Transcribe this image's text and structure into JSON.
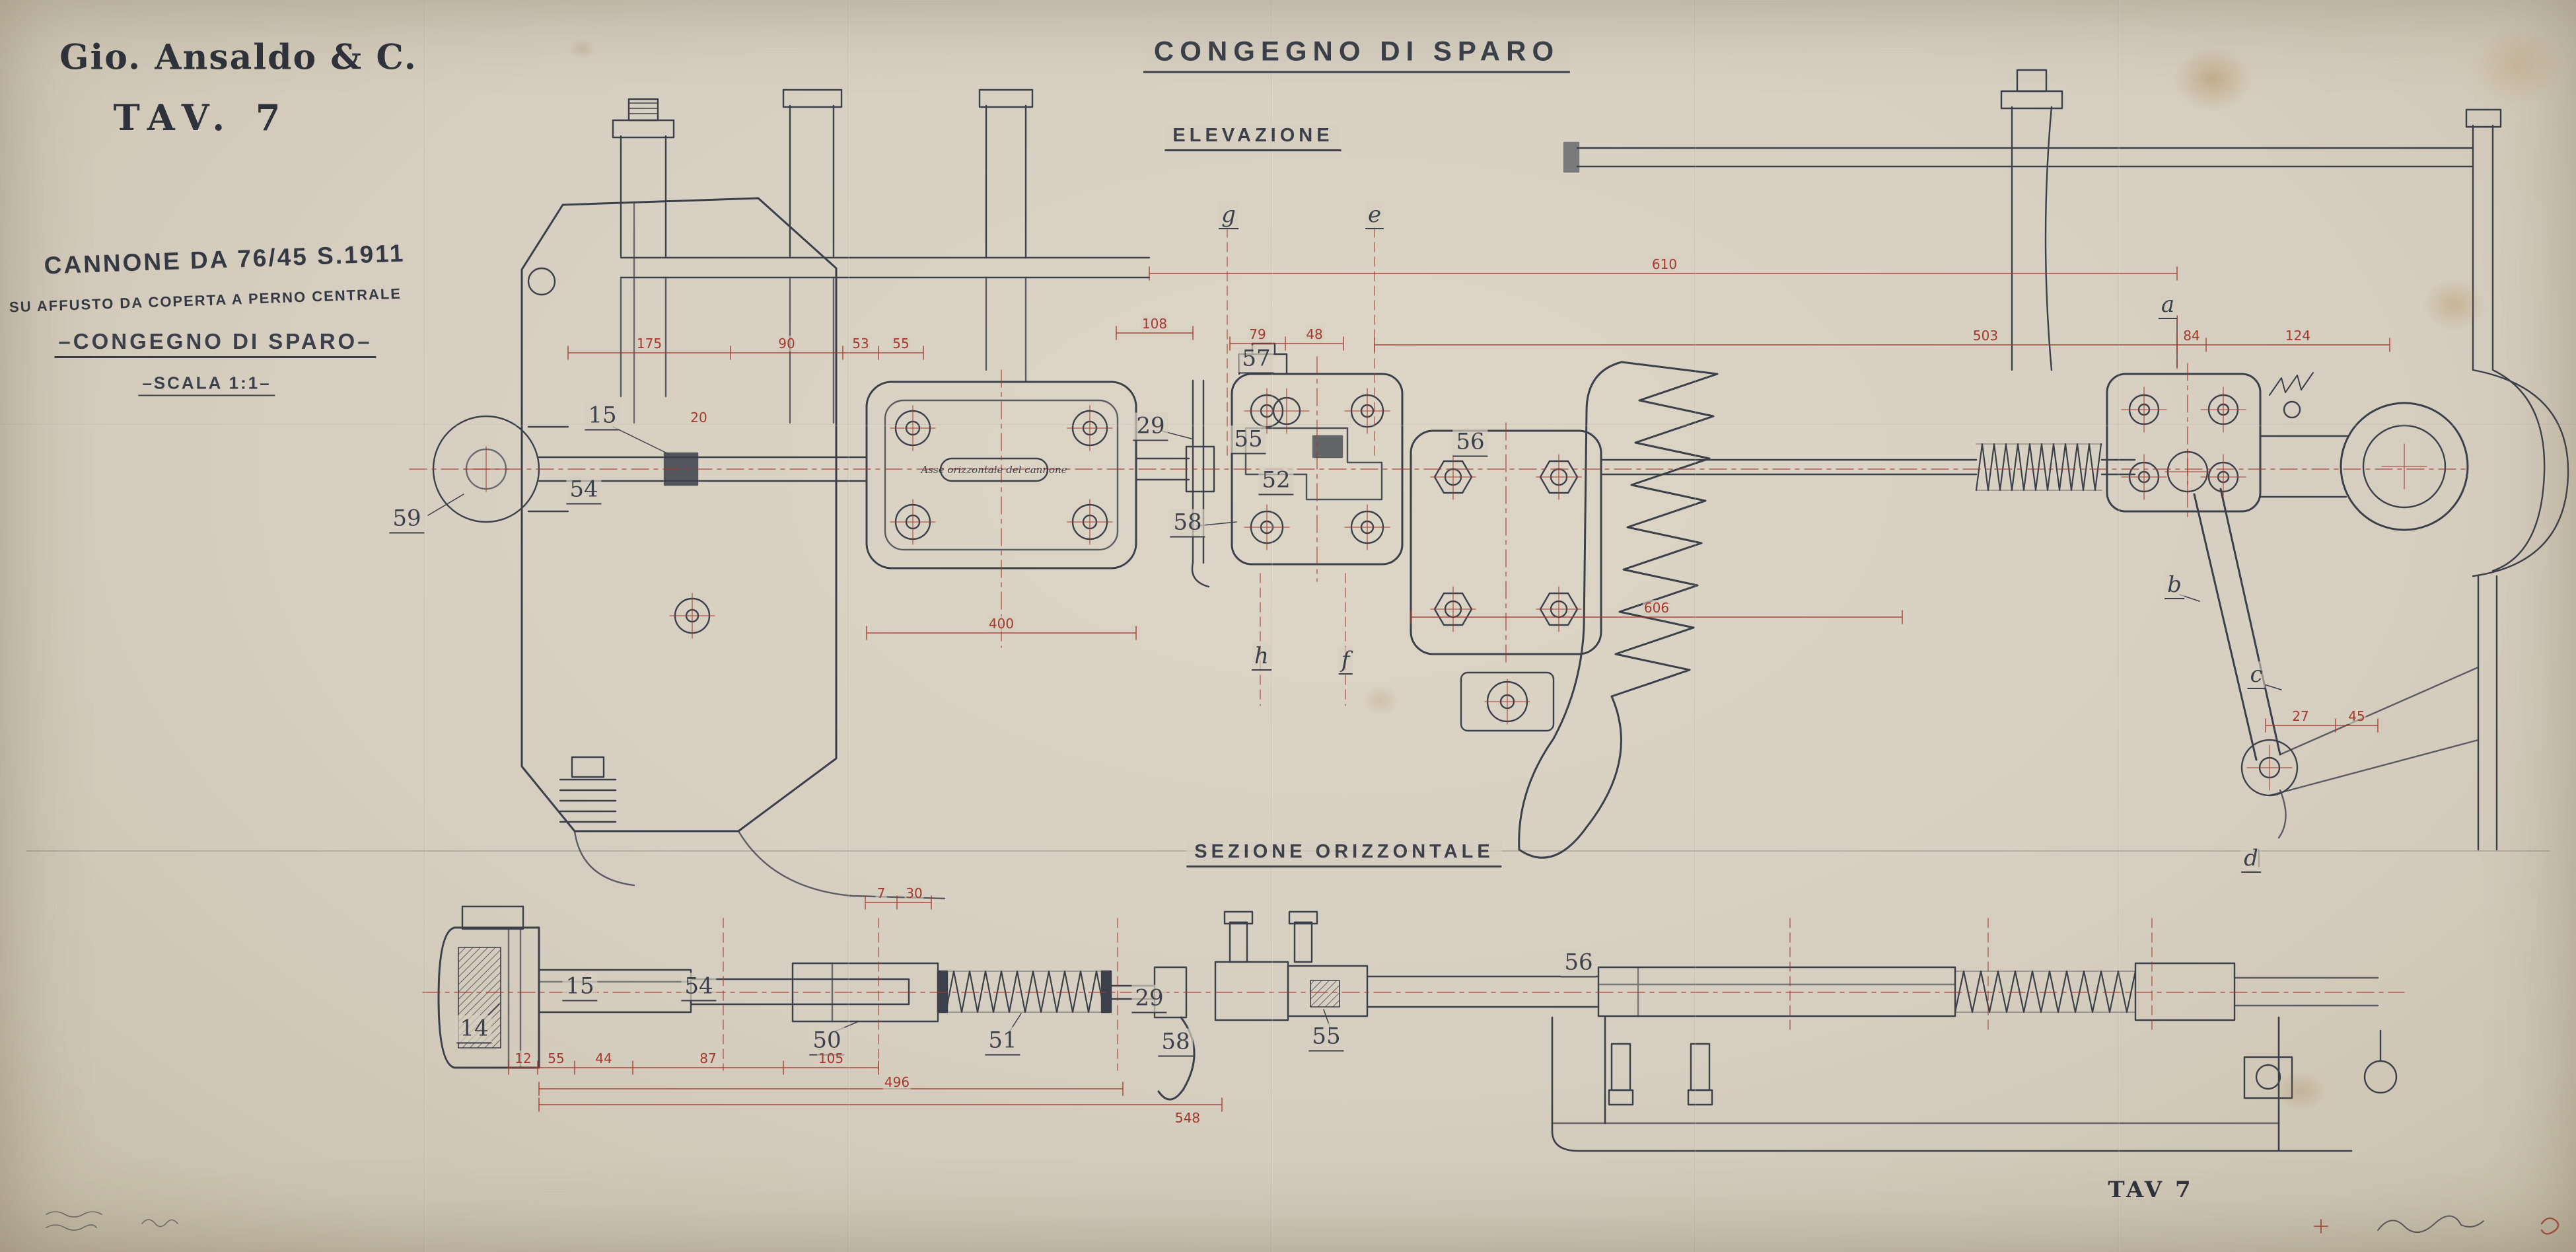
{
  "colors": {
    "paper": "#d6cec0",
    "ink": "#3b404a",
    "red": "#a5382d"
  },
  "title_block": {
    "company": "Gio. Ansaldo & C.",
    "plate_no": "TAV.  7",
    "gun": "CANNONE DA 76/45 S.1911",
    "mount": "SU AFFUSTO DA COPERTA A PERNO CENTRALE",
    "subject": "–CONGEGNO DI SPARO–",
    "scale": "–SCALA 1:1–"
  },
  "headers": {
    "main_title": "CONGEGNO DI SPARO",
    "view_elevation": "ELEVAZIONE",
    "view_section": "SEZIONE ORIZZONTALE",
    "footer_plate": "TAV 7"
  },
  "notes": {
    "axis_note": "Asse orizzontale del cannone"
  },
  "elevation_parts": [
    "59",
    "54",
    "15",
    "29",
    "58",
    "52",
    "55",
    "57",
    "56"
  ],
  "ref_letters": [
    "g",
    "e",
    "a",
    "b",
    "c",
    "d",
    "h",
    "f"
  ],
  "elevation_dims": [
    "175",
    "90",
    "53",
    "55",
    "20",
    "108",
    "79",
    "48",
    "610",
    "503",
    "84",
    "124",
    "400",
    "606",
    "27",
    "45"
  ],
  "section_parts": [
    "14",
    "15",
    "54",
    "50",
    "51",
    "29",
    "58",
    "55",
    "56"
  ],
  "section_dims": [
    "7",
    "30",
    "12",
    "55",
    "44",
    "87",
    "105",
    "496",
    "548"
  ]
}
